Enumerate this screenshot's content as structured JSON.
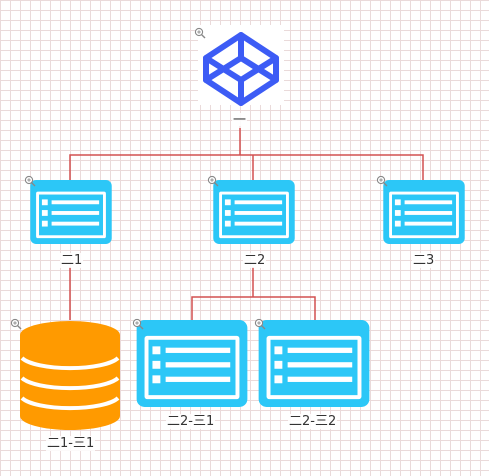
{
  "colors": {
    "connector": "#d25050",
    "root_icon": "#3d5cf5",
    "window_icon": "#2cc7f7",
    "database_icon": "#ff9a00"
  },
  "nodes": {
    "root": {
      "label": "一",
      "icon": "codepen-icon"
    },
    "n2_1": {
      "label": "二1",
      "icon": "list-window-icon"
    },
    "n2_2": {
      "label": "二2",
      "icon": "list-window-icon"
    },
    "n2_3": {
      "label": "二3",
      "icon": "list-window-icon"
    },
    "n3_1": {
      "label": "二1-三1",
      "icon": "database-icon"
    },
    "n3_2": {
      "label": "二2-三1",
      "icon": "list-window-icon"
    },
    "n3_3": {
      "label": "二2-三2",
      "icon": "list-window-icon"
    }
  }
}
